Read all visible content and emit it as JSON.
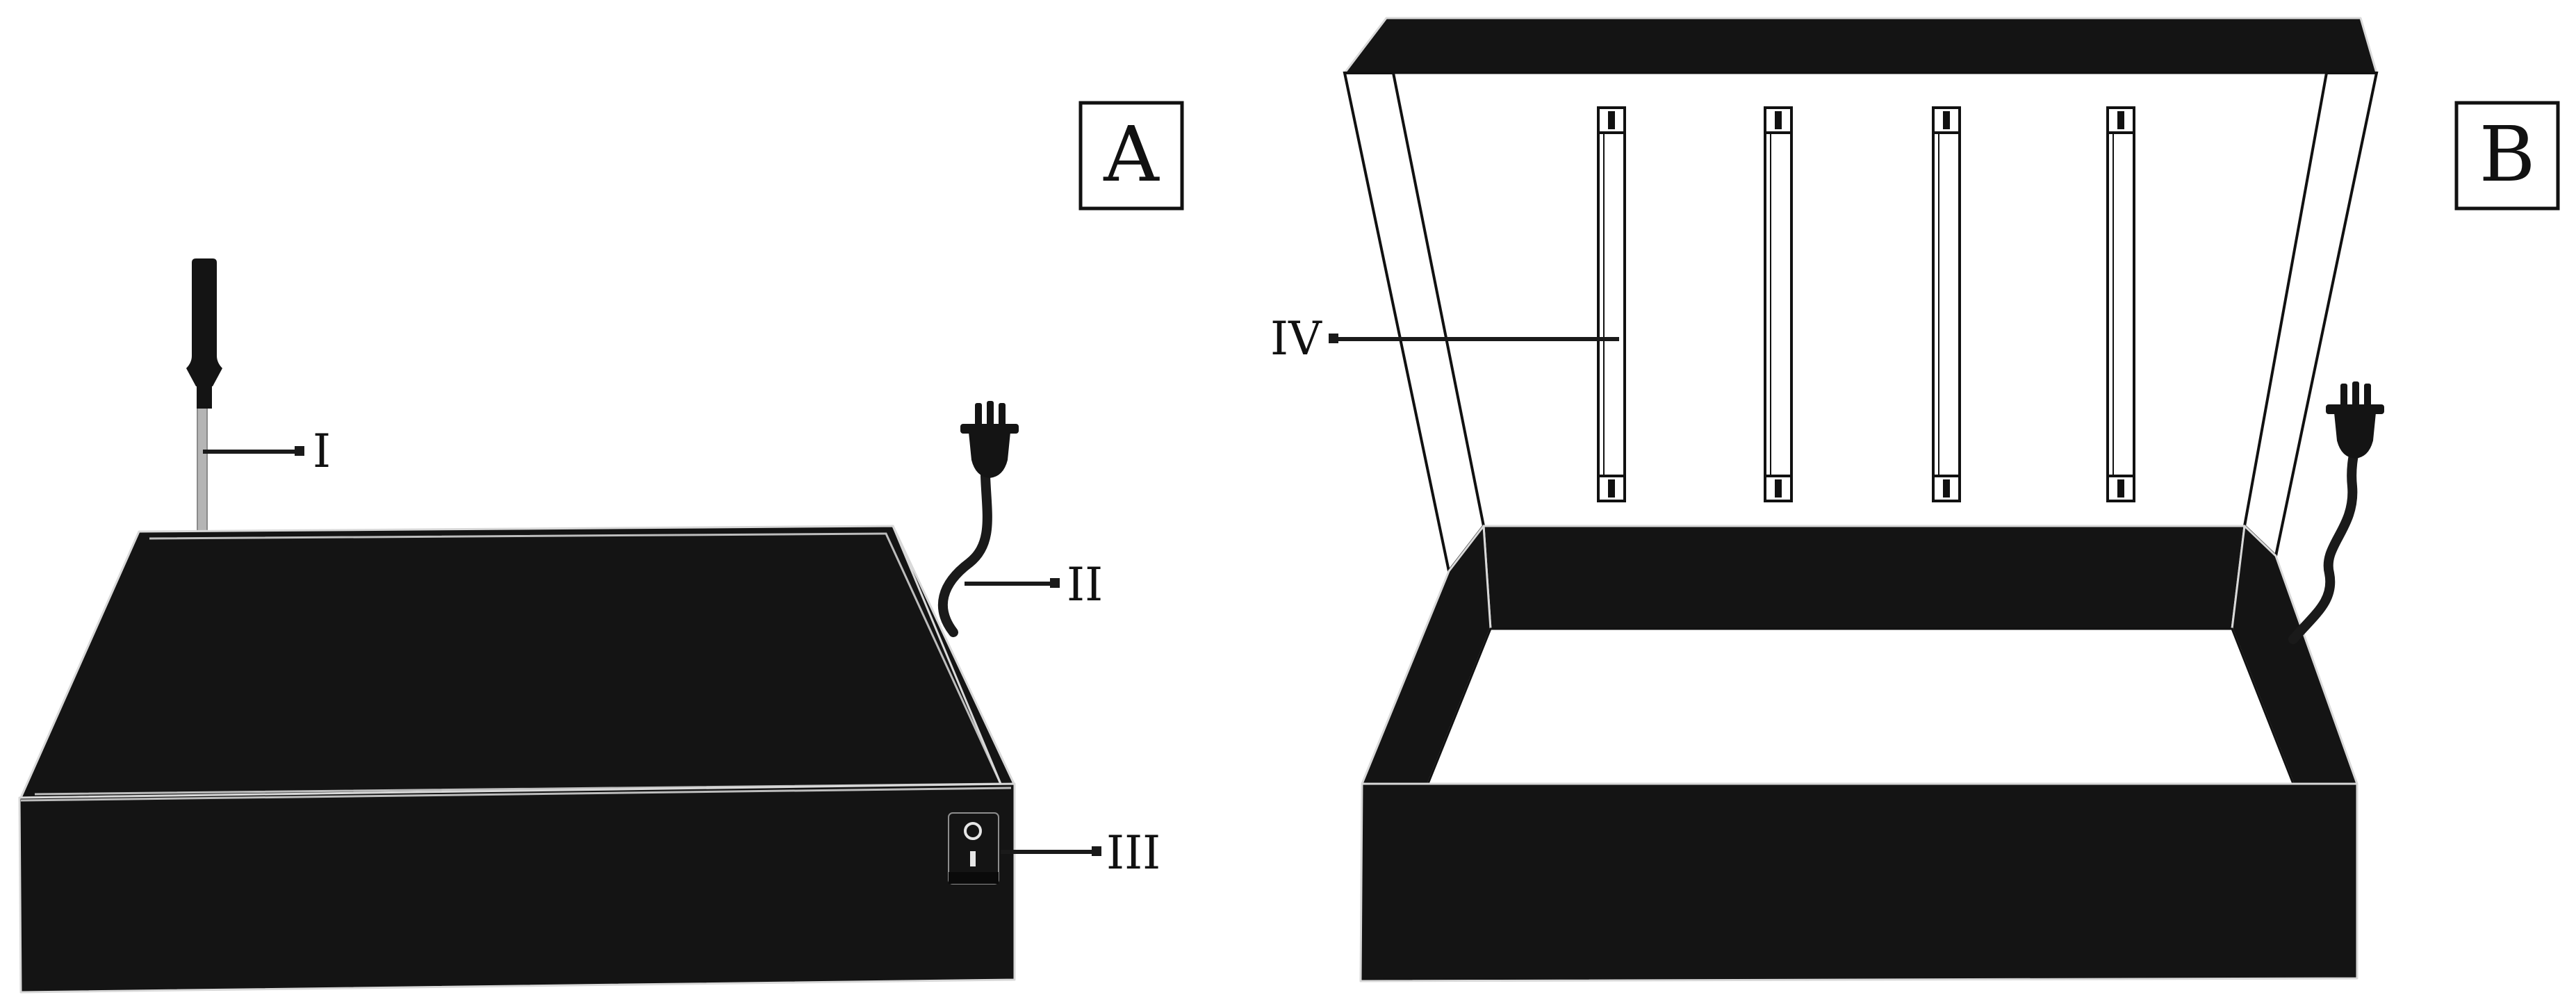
{
  "panels": [
    {
      "id": "A",
      "label": "A"
    },
    {
      "id": "B",
      "label": "B"
    }
  ],
  "labels": [
    {
      "id": "I",
      "text": "I"
    },
    {
      "id": "II",
      "text": "II"
    },
    {
      "id": "III",
      "text": "III"
    },
    {
      "id": "IV",
      "text": "IV"
    }
  ],
  "switch": {
    "top_symbol": "O",
    "bottom_symbol": "I"
  },
  "colors": {
    "box_fill": "#141414",
    "outline_light": "#d9d9d9",
    "probe_shaft": "#b5b5b5",
    "ink": "#111111"
  },
  "icons": [
    "screwdriver-probe-icon",
    "power-plug-icon",
    "uv-lamp-tube-icon",
    "power-switch-icon"
  ]
}
